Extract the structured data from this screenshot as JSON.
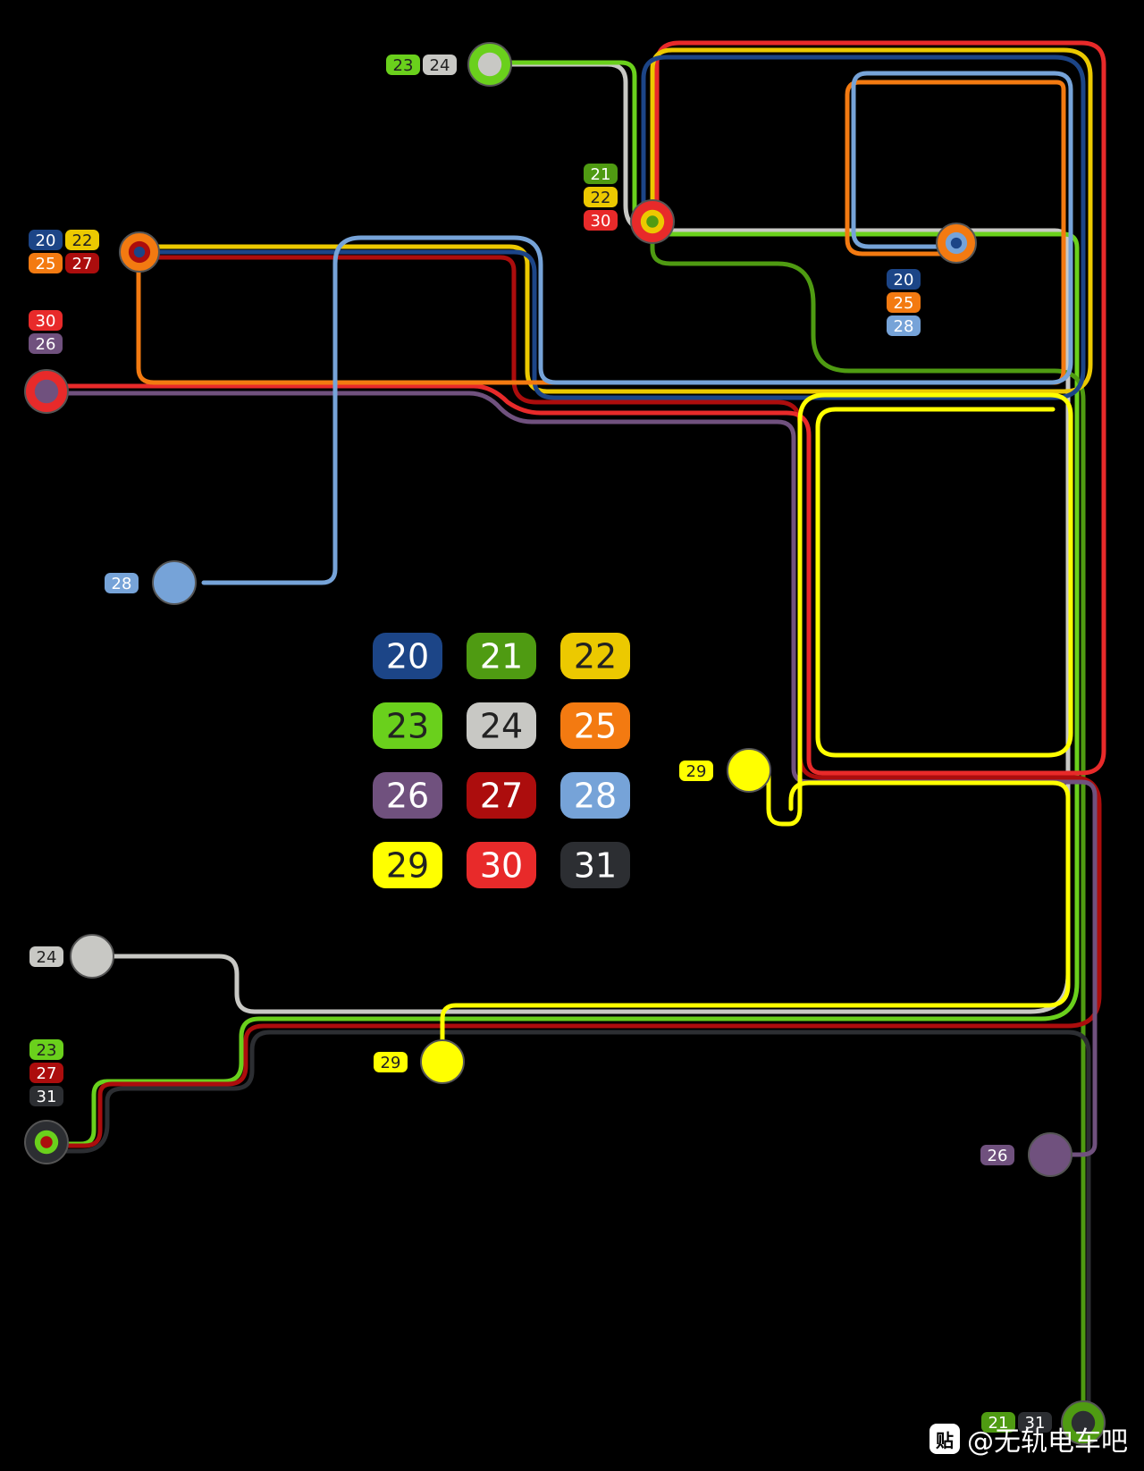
{
  "lines": {
    "20": "#1c4587",
    "21": "#4f9b12",
    "22": "#ecc900",
    "23": "#6ad01c",
    "24": "#c8c8c4",
    "25": "#f37a11",
    "26": "#70517e",
    "27": "#ac0d0d",
    "28": "#76a3d8",
    "29": "#ffff00",
    "30": "#e82a2a",
    "31": "#2c2e32"
  },
  "labelColors": {
    "20": "#ffffff",
    "21": "#ffffff",
    "22": "#222222",
    "23": "#222222",
    "24": "#222222",
    "25": "#ffffff",
    "26": "#ffffff",
    "27": "#ffffff",
    "28": "#ffffff",
    "29": "#222222",
    "30": "#ffffff",
    "31": "#ffffff"
  },
  "legend": [
    "20",
    "21",
    "22",
    "23",
    "24",
    "25",
    "26",
    "27",
    "28",
    "29",
    "30",
    "31"
  ],
  "stations": [
    {
      "name": "terminal-23-24",
      "lines": [
        "23",
        "24"
      ]
    },
    {
      "name": "terminal-21-22-30",
      "lines": [
        "21",
        "22",
        "30"
      ]
    },
    {
      "name": "terminal-20-22-25-27",
      "lines": [
        "20",
        "22",
        "25",
        "27"
      ]
    },
    {
      "name": "terminal-30-26",
      "lines": [
        "30",
        "26"
      ]
    },
    {
      "name": "terminal-20-25-28",
      "lines": [
        "20",
        "25",
        "28"
      ]
    },
    {
      "name": "terminal-28",
      "lines": [
        "28"
      ]
    },
    {
      "name": "terminal-29-upper",
      "lines": [
        "29"
      ]
    },
    {
      "name": "terminal-24-lower",
      "lines": [
        "24"
      ]
    },
    {
      "name": "terminal-29-lower",
      "lines": [
        "29"
      ]
    },
    {
      "name": "terminal-23-27-31",
      "lines": [
        "23",
        "27",
        "31"
      ]
    },
    {
      "name": "terminal-26-lower",
      "lines": [
        "26"
      ]
    },
    {
      "name": "terminal-21-31",
      "lines": [
        "21",
        "31"
      ]
    }
  ],
  "watermark": {
    "icon": "贴",
    "text": "@无轨电车吧"
  }
}
